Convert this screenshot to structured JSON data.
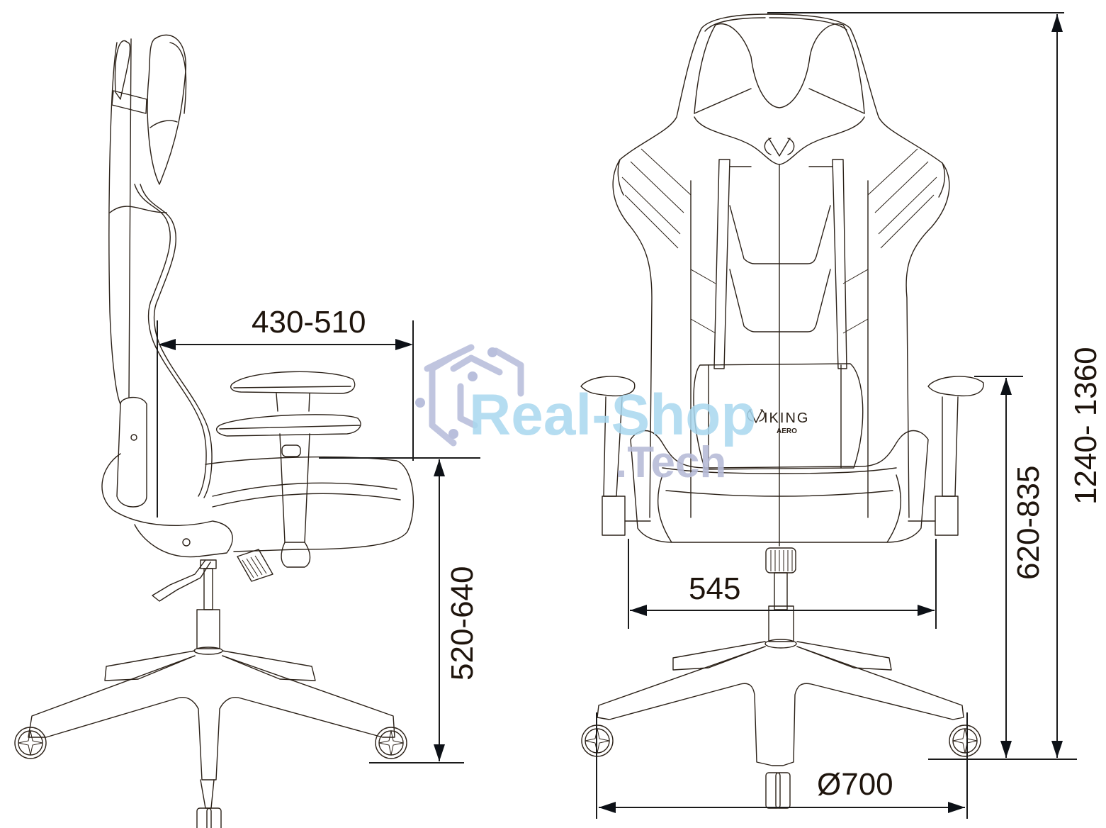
{
  "drawing": {
    "title": "Gaming chair dimension drawing",
    "colors": {
      "line": "#2b2118",
      "dimension": "#1a1a1a",
      "watermark_primary": "#a9d8ef",
      "watermark_secondary": "#b7bcd8"
    }
  },
  "side_view": {
    "dimensions": {
      "seat_depth": "430-510",
      "seat_height": "520-640"
    }
  },
  "front_view": {
    "brand": {
      "name": "IKING",
      "sub": "AERO",
      "logo_icon": "viking-horns-icon"
    },
    "dimensions": {
      "seat_width": "545",
      "base_diameter": "Ø700",
      "armrest_height": "620-835",
      "total_height": "1240- 1360"
    }
  },
  "watermark": {
    "line1": "Real-Shop",
    "line2": ".Tech",
    "icon": "hexagon-circuit-icon"
  }
}
